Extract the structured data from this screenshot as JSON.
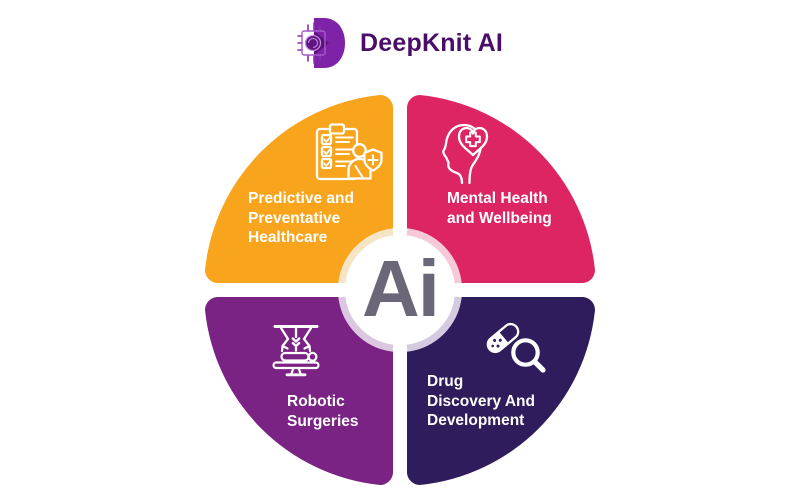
{
  "brand": {
    "name": "DeepKnit AI",
    "text_color": "#4A0E68",
    "logo_purple": "#7E22A8",
    "logo_dark_purple": "#5A1178",
    "logo_circuit_purple": "#8B2FB3"
  },
  "center": {
    "label": "Ai",
    "text_color": "#6C6679",
    "bg_color": "#FFFFFF"
  },
  "quadrants": [
    {
      "id": "predictive-preventative-healthcare",
      "position": "top-left",
      "color": "#F8A41C",
      "ring_color": "#F6E4C6",
      "icon": "clipboard-checklist-patient-shield-icon",
      "lines": [
        "Predictive and",
        "Preventative",
        "Healthcare"
      ]
    },
    {
      "id": "mental-health-wellbeing",
      "position": "top-right",
      "color": "#DE2563",
      "ring_color": "#F5C9D7",
      "icon": "head-heart-cross-icon",
      "lines": [
        "Mental Health",
        "and Wellbeing"
      ]
    },
    {
      "id": "robotic-surgeries",
      "position": "bottom-left",
      "color": "#7B2385",
      "ring_color": "#DCC7E0",
      "icon": "robotic-surgery-table-icon",
      "lines": [
        "Robotic",
        "Surgeries"
      ]
    },
    {
      "id": "drug-discovery-development",
      "position": "bottom-right",
      "color": "#2F1C5C",
      "ring_color": "#D5CBE0",
      "icon": "pill-magnifier-icon",
      "lines": [
        "Drug",
        "Discovery And",
        "Development"
      ]
    }
  ]
}
